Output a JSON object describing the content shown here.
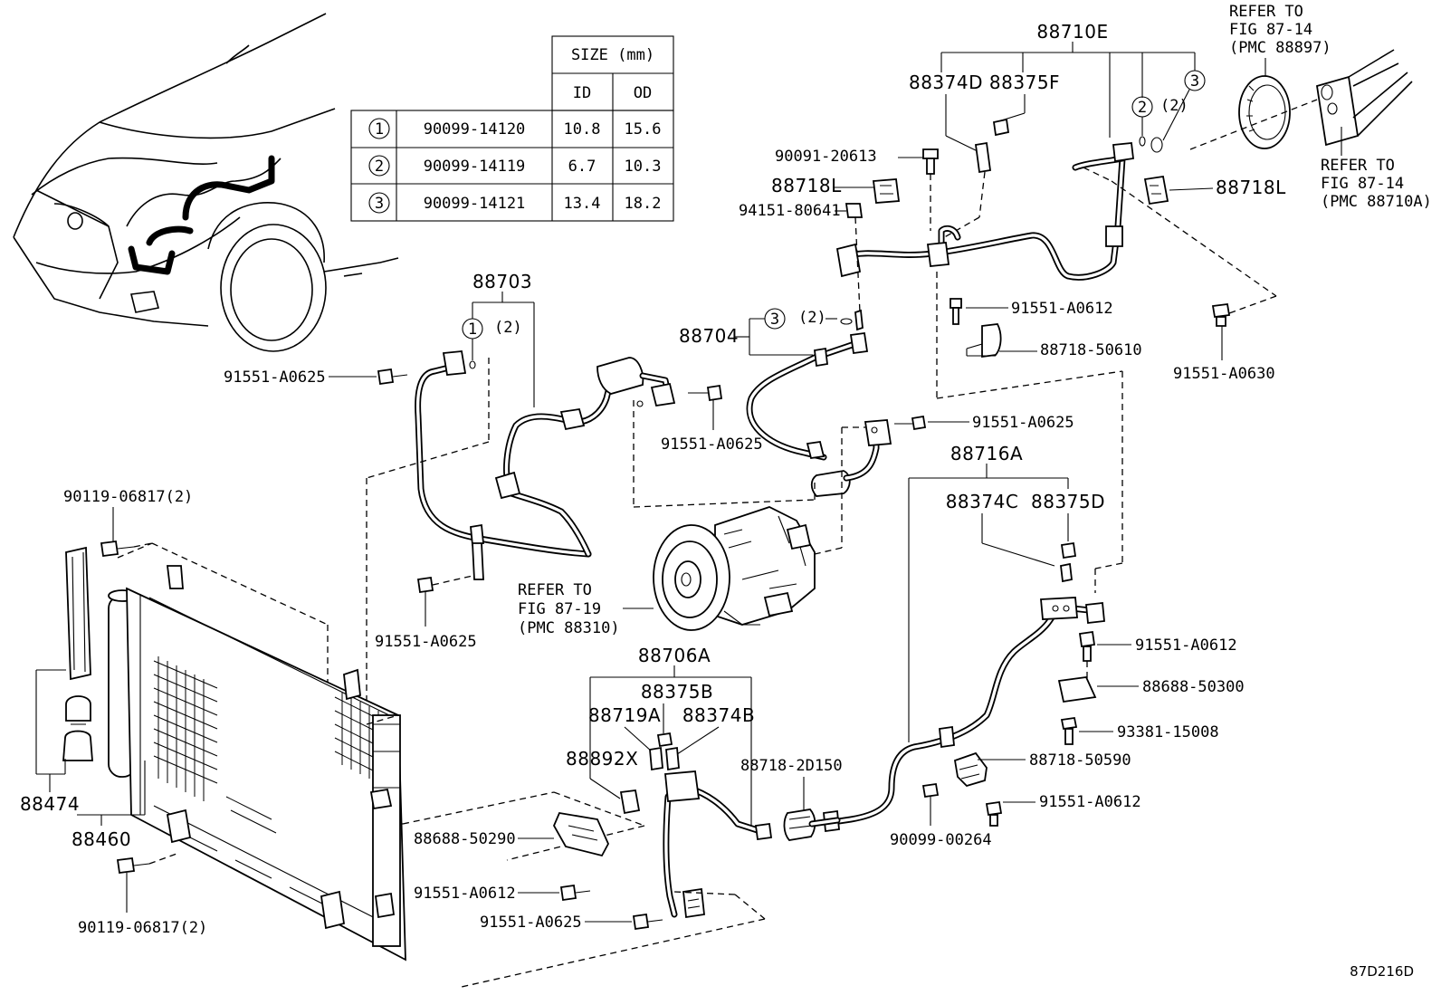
{
  "size_table": {
    "header_size": "SIZE (mm)",
    "col_id": "ID",
    "col_od": "OD",
    "rows": [
      {
        "no": "1",
        "part": "90099-14120",
        "id": "10.8",
        "od": "15.6"
      },
      {
        "no": "2",
        "part": "90099-14119",
        "id": "6.7",
        "od": "10.3"
      },
      {
        "no": "3",
        "part": "90099-14121",
        "id": "13.4",
        "od": "18.2"
      }
    ]
  },
  "labels": {
    "p88710E": "88710E",
    "refer_88897_1": "REFER TO",
    "refer_88897_2": "FIG 87-14",
    "refer_88897_3": "(PMC 88897)",
    "p88374D": "88374D",
    "p88375F": "88375F",
    "oring2_qty": "(2)",
    "p90091_20613": "90091-20613",
    "p88718L_a": "88718L",
    "p88718L_b": "88718L",
    "refer_88710A_1": "REFER TO",
    "refer_88710A_2": "FIG 87-14",
    "refer_88710A_3": "(PMC 88710A)",
    "p94151_80641": "94151-80641",
    "p88703": "88703",
    "oring1_qty": "(2)",
    "p91551_A0612_a": "91551-A0612",
    "p88704": "88704",
    "oring3_qty": "(2)",
    "p88718_50610": "88718-50610",
    "p91551_A0630": "91551-A0630",
    "p91551_A0625_a": "91551-A0625",
    "p91551_A0625_b": "91551-A0625",
    "p91551_A0625_c": "91551-A0625",
    "p91551_A0625_d": "91551-A0625",
    "p88716A": "88716A",
    "p90119_06817_a": "90119-06817(2)",
    "p88374C": "88374C",
    "p88375D": "88375D",
    "refer_88310_1": "REFER TO",
    "refer_88310_2": "FIG 87-19",
    "refer_88310_3": "(PMC 88310)",
    "p91551_A0612_b": "91551-A0612",
    "p88706A": "88706A",
    "p88688_50300": "88688-50300",
    "p88375B": "88375B",
    "p88719A": "88719A",
    "p88374B": "88374B",
    "p93381_15008": "93381-15008",
    "p88892X": "88892X",
    "p88718_2D150": "88718-2D150",
    "p88718_50590": "88718-50590",
    "p88474": "88474",
    "p91551_A0612_c": "91551-A0612",
    "p88460": "88460",
    "p88688_50290": "88688-50290",
    "p90099_00264": "90099-00264",
    "p90119_06817_b": "90119-06817(2)",
    "p91551_A0612_d": "91551-A0612",
    "illustration_code": "87D216D"
  },
  "callouts": {
    "one": "1",
    "two": "2",
    "three": "3"
  }
}
